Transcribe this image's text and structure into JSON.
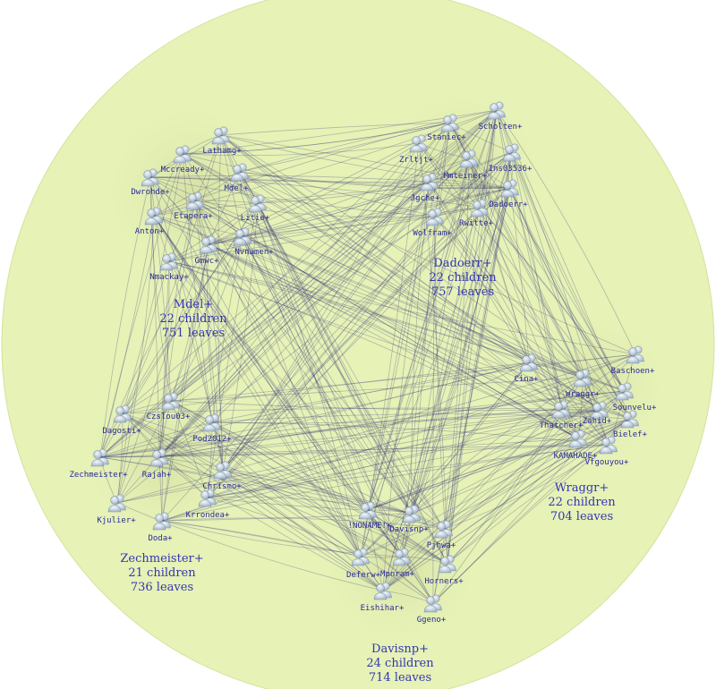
{
  "colors": {
    "outer_circle": "#e6f2b6",
    "cluster_halo": "#dbe6a8",
    "edge": "#3a3a7a",
    "label": "#2a2a9a",
    "cluster_text": "#3535b5",
    "icon": "#b9c9dc"
  },
  "node_icon": "users-icon",
  "clusters": [
    {
      "id": "mdel",
      "title": "Mdel+",
      "children": "22 children",
      "leaves": "751 leaves",
      "nodes": [
        {
          "label": "Lathamg+"
        },
        {
          "label": "Mccready+"
        },
        {
          "label": "Dwrohde+"
        },
        {
          "label": "Mdel+"
        },
        {
          "label": "Etapera+"
        },
        {
          "label": "Litie+"
        },
        {
          "label": "Anton+"
        },
        {
          "label": "Nvnamen+"
        },
        {
          "label": "Gmwc+"
        },
        {
          "label": "Nmackay+"
        }
      ]
    },
    {
      "id": "dadoerr",
      "title": "Dadoerr+",
      "children": "22 children",
      "leaves": "757 leaves",
      "nodes": [
        {
          "label": "Scholten+"
        },
        {
          "label": "Staniec+"
        },
        {
          "label": "Zrltjt+"
        },
        {
          "label": "Ins03536+"
        },
        {
          "label": "Mmteiner+"
        },
        {
          "label": "Jgche+"
        },
        {
          "label": "Dadoerr+"
        },
        {
          "label": "Rwitte+"
        },
        {
          "label": "Wolfram+"
        }
      ]
    },
    {
      "id": "wraggr",
      "title": "Wraggr+",
      "children": "22 children",
      "leaves": "704 leaves",
      "nodes": [
        {
          "label": "Cina+"
        },
        {
          "label": "Baschoen+"
        },
        {
          "label": "Wraggr+"
        },
        {
          "label": "Sounvelu+"
        },
        {
          "label": "Zahid+"
        },
        {
          "label": "Thatcher+"
        },
        {
          "label": "Bielef+"
        },
        {
          "label": "KAMAHADE+"
        },
        {
          "label": "Vfgouyou+"
        }
      ]
    },
    {
      "id": "davisnp",
      "title": "Davisnp+",
      "children": "24 children",
      "leaves": "714 leaves",
      "nodes": [
        {
          "label": "!NONAME!+"
        },
        {
          "label": "Davisnp+"
        },
        {
          "label": "Pjhwa+"
        },
        {
          "label": "Deferw+"
        },
        {
          "label": "Mpnram+"
        },
        {
          "label": "Horners+"
        },
        {
          "label": "Eishihar+"
        },
        {
          "label": "Ggeno+"
        }
      ]
    },
    {
      "id": "zechmeister",
      "title": "Zechmeister+",
      "children": "21 children",
      "leaves": "736 leaves",
      "nodes": [
        {
          "label": "Czslou03+"
        },
        {
          "label": "Dagosti+"
        },
        {
          "label": "Pod2012+"
        },
        {
          "label": "Zechmeister+"
        },
        {
          "label": "Rajah+"
        },
        {
          "label": "Chrismo+"
        },
        {
          "label": "Kjulier+"
        },
        {
          "label": "Krrondea+"
        },
        {
          "label": "Doda+"
        }
      ]
    }
  ]
}
